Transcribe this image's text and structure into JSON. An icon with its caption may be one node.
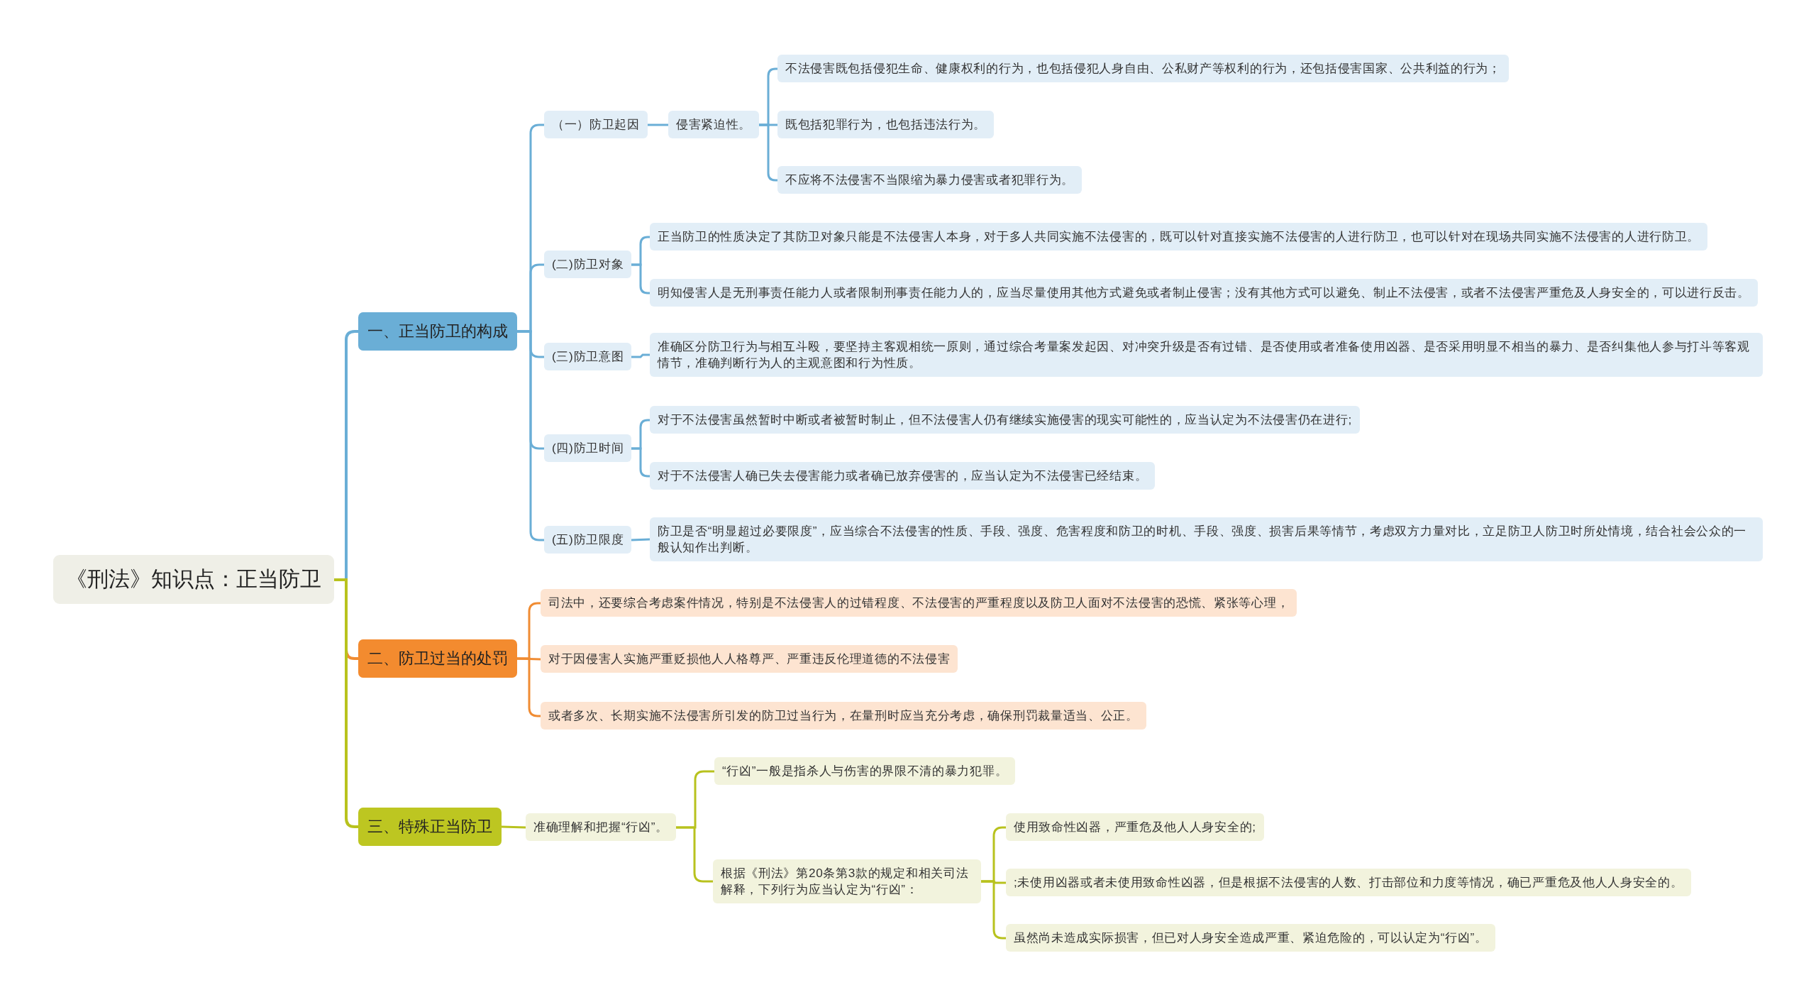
{
  "diagram": {
    "nodes": [
      {
        "text": [
          "《刑法》知识点：正当防卫"
        ]
      },
      {
        "text": [
          "一、正当防卫的构成"
        ]
      },
      {
        "text": [
          "（一）防卫起因"
        ]
      },
      {
        "text": [
          "侵害紧迫性。"
        ]
      },
      {
        "text": [
          "不法侵害既包括侵犯生命、健康权利的行为，也包括侵犯人身自由、公私财产等权利的行为，还包括侵害国家、公共利益的行为；"
        ]
      },
      {
        "text": [
          "既包括犯罪行为，也包括违法行为。"
        ]
      },
      {
        "text": [
          "不应将不法侵害不当限缩为暴力侵害或者犯罪行为。"
        ]
      },
      {
        "text": [
          "(二)防卫对象"
        ]
      },
      {
        "text": [
          "正当防卫的性质决定了其防卫对象只能是不法侵害人本身，对于多人共同实施不法侵害的，既可以针对直接实施不法侵害的人进行防卫，也可以针对在现场共同实施不法侵害的人进行防卫。"
        ]
      },
      {
        "text": [
          "明知侵害人是无刑事责任能力人或者限制刑事责任能力人的，应当尽量使用其他方式避免或者制止侵害；没有其他方式可以避免、制止不法侵害，或者不法侵害严重危及人身安全的，可以进行反击。"
        ]
      },
      {
        "text": [
          "(三)防卫意图"
        ]
      },
      {
        "text": [
          "准确区分防卫行为与相互斗殴，要坚持主客观相统一原则，通过综合考量案发起因、对冲突升级是否有过错、是否使用或者准备使用凶器、是否采用明显不相当的暴力、是否纠集他人参与打斗等客观情节，准确判断行为人的主观意图和行为性质。"
        ]
      },
      {
        "text": [
          "(四)防卫时间"
        ]
      },
      {
        "text": [
          "对于不法侵害虽然暂时中断或者被暂时制止，但不法侵害人仍有继续实施侵害的现实可能性的，应当认定为不法侵害仍在进行;"
        ]
      },
      {
        "text": [
          "对于不法侵害人确已失去侵害能力或者确已放弃侵害的，应当认定为不法侵害已经结束。"
        ]
      },
      {
        "text": [
          "(五)防卫限度"
        ]
      },
      {
        "text": [
          "防卫是否“明显超过必要限度”，应当综合不法侵害的性质、手段、强度、危害程度和防卫的时机、手段、强度、损害后果等情节，考虑双方力量对比，立足防卫人防卫时所处情境，结合社会公众的一般认知作出判断。"
        ]
      },
      {
        "text": [
          "二、防卫过当的处罚"
        ]
      },
      {
        "text": [
          "司法中，还要综合考虑案件情况，特别是不法侵害人的过错程度、不法侵害的严重程度以及防卫人面对不法侵害的恐慌、紧张等心理，"
        ]
      },
      {
        "text": [
          "对于因侵害人实施严重贬损他人人格尊严、严重违反伦理道德的不法侵害"
        ]
      },
      {
        "text": [
          "或者多次、长期实施不法侵害所引发的防卫过当行为，在量刑时应当充分考虑，确保刑罚裁量适当、公正。"
        ]
      },
      {
        "text": [
          "三、特殊正当防卫"
        ]
      },
      {
        "text": [
          "准确理解和把握“行凶”。"
        ]
      },
      {
        "text": [
          "“行凶”一般是指杀人与伤害的界限不清的暴力犯罪。"
        ]
      },
      {
        "text": [
          "根据《刑法》第20条第3款的规定和相关司法解释，下列行为应当认定为“行凶”："
        ]
      },
      {
        "text": [
          "使用致命性凶器，严重危及他人人身安全的;"
        ]
      },
      {
        "text": [
          ";未使用凶器或者未使用致命性凶器，但是根据不法侵害的人数、打击部位和力度等情况，确已严重危及他人人身安全的。"
        ]
      },
      {
        "text": [
          "虽然尚未造成实际损害，但已对人身安全造成严重、紧迫危险的，可以认定为“行凶”。"
        ]
      }
    ],
    "edges": [
      {
        "from": 0,
        "to": 1,
        "arrow": "none"
      },
      {
        "from": 0,
        "to": 17,
        "arrow": "none",
        "color": "#f08c33"
      },
      {
        "from": 0,
        "to": 21,
        "arrow": "none",
        "color": "#b8c21e"
      },
      {
        "from": 1,
        "to": 2,
        "arrow": "none"
      },
      {
        "from": 1,
        "to": 7,
        "arrow": "none"
      },
      {
        "from": 1,
        "to": 10,
        "arrow": "none"
      },
      {
        "from": 1,
        "to": 12,
        "arrow": "none"
      },
      {
        "from": 1,
        "to": 15,
        "arrow": "none"
      },
      {
        "from": 2,
        "to": 3,
        "arrow": "none"
      },
      {
        "from": 3,
        "to": 4,
        "arrow": "none"
      },
      {
        "from": 3,
        "to": 5,
        "arrow": "none"
      },
      {
        "from": 3,
        "to": 6,
        "arrow": "none"
      },
      {
        "from": 7,
        "to": 8,
        "arrow": "none"
      },
      {
        "from": 7,
        "to": 9,
        "arrow": "none"
      },
      {
        "from": 10,
        "to": 11,
        "arrow": "none"
      },
      {
        "from": 12,
        "to": 13,
        "arrow": "none"
      },
      {
        "from": 12,
        "to": 14,
        "arrow": "none"
      },
      {
        "from": 15,
        "to": 16,
        "arrow": "none"
      },
      {
        "from": 17,
        "to": 18,
        "arrow": "none",
        "color": "#f08c33"
      },
      {
        "from": 17,
        "to": 19,
        "arrow": "none",
        "color": "#f08c33"
      },
      {
        "from": 17,
        "to": 20,
        "arrow": "none",
        "color": "#f08c33"
      },
      {
        "from": 21,
        "to": 22,
        "arrow": "none",
        "color": "#b8c21e"
      },
      {
        "from": 22,
        "to": 23,
        "arrow": "none",
        "color": "#b8c21e"
      },
      {
        "from": 22,
        "to": 24,
        "arrow": "none",
        "color": "#b8c21e"
      },
      {
        "from": 24,
        "to": 25,
        "arrow": "none",
        "color": "#b8c21e"
      },
      {
        "from": 24,
        "to": 26,
        "arrow": "none",
        "color": "#b8c21e"
      },
      {
        "from": 24,
        "to": 27,
        "arrow": "none",
        "color": "#b8c21e"
      }
    ]
  }
}
